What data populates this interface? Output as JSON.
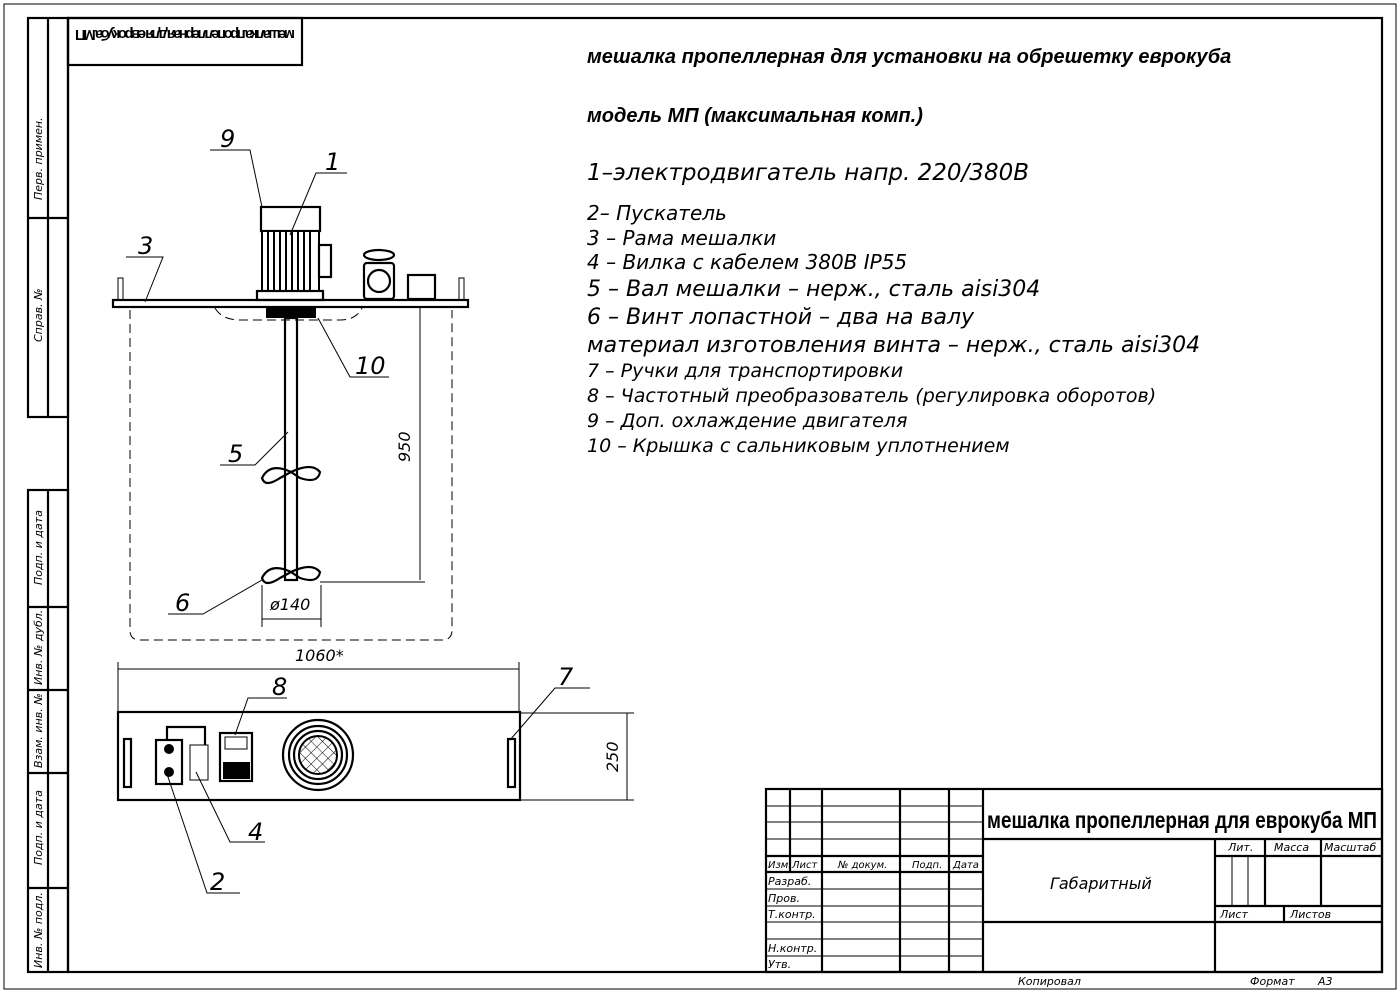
{
  "stamp_rotated": "мешалка пропеллерная для еврокуба МП",
  "header": {
    "title": "мешалка пропеллерная для установки на обрешетку еврокуба",
    "model": "модель МП (максимальная комп.)"
  },
  "legend": [
    "1–электродвигатель напр. 220/380В",
    "2– Пускатель",
    "3 – Рама мешалки",
    "4 – Вилка с кабелем 380В IP55",
    "5 – Вал мешалки – нерж., сталь aisi304",
    "6 – Винт лопастной  – два на валу",
    "материал изготовления винта – нерж., сталь aisi304",
    "7 – Ручки для транспортировки",
    "8 – Частотный преобразователь (регулировка оборотов)",
    "9 – Доп. охлаждение двигателя",
    "10 – Крышка с сальниковым уплотнением"
  ],
  "callouts": {
    "c1": "1",
    "c2": "2",
    "c3": "3",
    "c4": "4",
    "c5": "5",
    "c6": "6",
    "c7": "7",
    "c8": "8",
    "c9": "9",
    "c10": "10"
  },
  "dimensions": {
    "depth": "950",
    "diameter": "ø140",
    "width": "1060*",
    "height": "250"
  },
  "side_margin": [
    "Перв. примен.",
    "Справ. №",
    "Подп. и дата",
    "Инв. № дубл.",
    "Взам. инв. №",
    "Подп. и дата",
    "Инв. № подл."
  ],
  "title_block": {
    "name": "мешалка пропеллерная для еврокуба МП",
    "doc_type": "Габаритный",
    "cols": [
      "Изм.",
      "Лист",
      "№ докум.",
      "Подп.",
      "Дата"
    ],
    "rows": [
      "Разраб.",
      "Пров.",
      "Т.контр.",
      "Н.контр.",
      "Утв."
    ],
    "lit": "Лит.",
    "mass": "Масса",
    "scale": "Масштаб",
    "sheet": "Лист",
    "sheets": "Листов",
    "copied": "Копировал",
    "format_label": "Формат",
    "format": "А3"
  }
}
